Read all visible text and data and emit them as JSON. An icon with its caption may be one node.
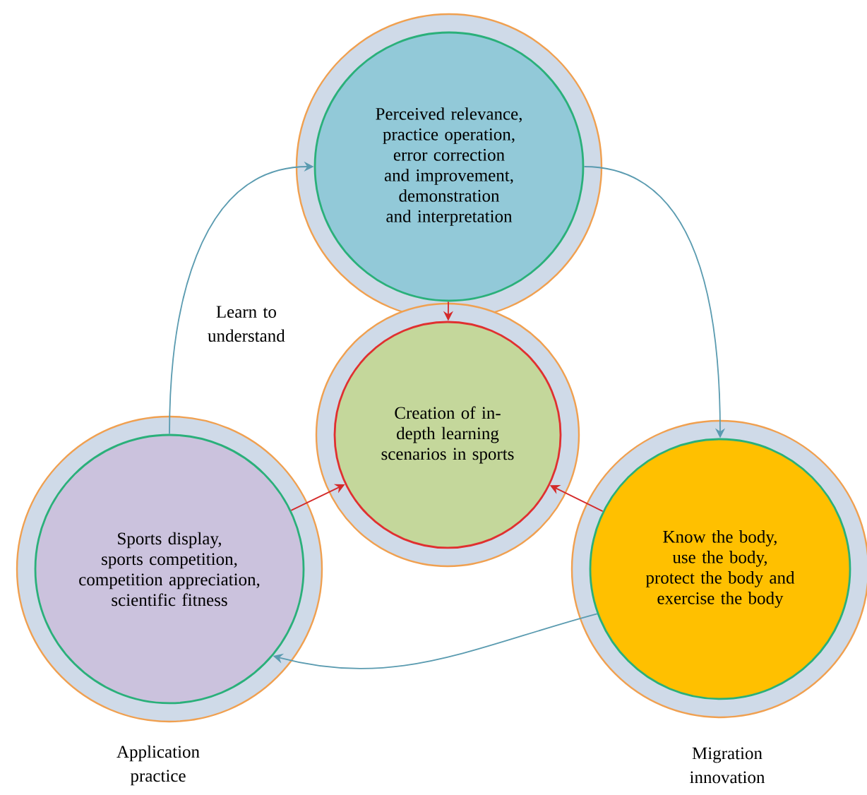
{
  "diagram": {
    "nodes": [
      {
        "text": [
          "Perceived relevance, practice operation, error correction and improvement, demonstration and interpretation"
        ]
      },
      {
        "text": [
          "Creation of in-depth learning scenarios in sports"
        ]
      },
      {
        "text": [
          "Sports display, sports competition, competition appreciation, scientific fitness"
        ],
        "beside": [
          "Application practice"
        ]
      },
      {
        "text": [
          "Know the body, use the body, protect the body and exercise the body"
        ],
        "beside": [
          "Migration innovation"
        ]
      }
    ],
    "edges": [
      {
        "from": 0,
        "to": 1,
        "arrow": "to",
        "color": "#d42a2a"
      },
      {
        "from": 2,
        "to": 1,
        "arrow": "to",
        "color": "#d42a2a"
      },
      {
        "from": 3,
        "to": 1,
        "arrow": "to",
        "color": "#d42a2a"
      },
      {
        "from": 2,
        "to": 0,
        "arrow": "to",
        "label": "Learn to understand",
        "color": "#5a9bb0"
      },
      {
        "from": 0,
        "to": 3,
        "arrow": "to",
        "color": "#5a9bb0"
      },
      {
        "from": 3,
        "to": 2,
        "arrow": "to",
        "color": "#5a9bb0"
      }
    ]
  }
}
